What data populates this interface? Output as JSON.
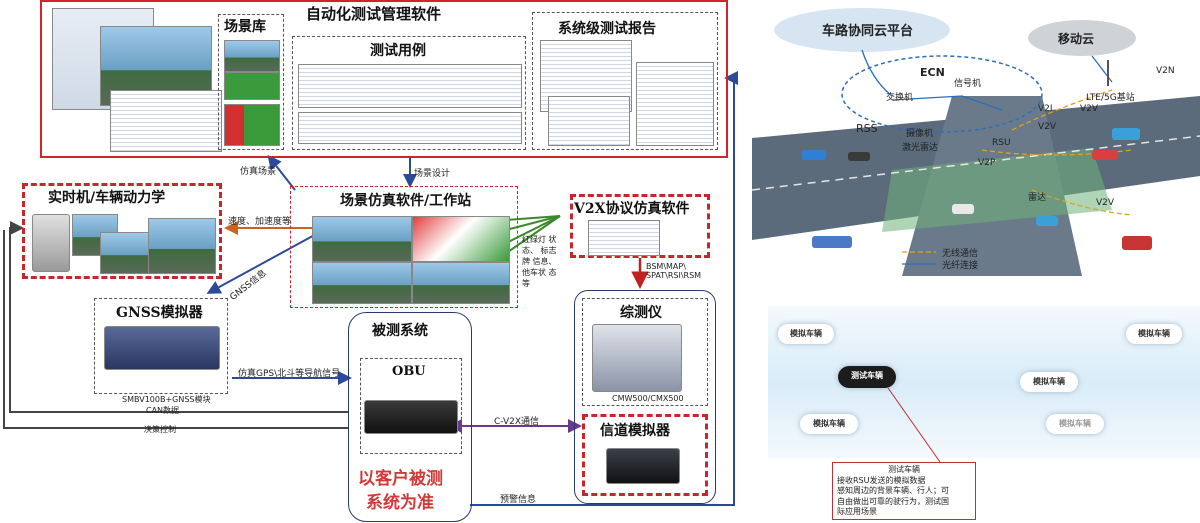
{
  "management": {
    "title": "自动化测试管理软件",
    "scene_lib": "场景库",
    "test_cases": "测试用例",
    "report": "系统级测试报告"
  },
  "labels": {
    "sim_scene": "仿真场景",
    "scene_design": "场景设计",
    "speed": "速度、加速度等",
    "gnss_info": "GNSS信息",
    "gps_signal": "仿真GPS\\北斗等导航信号",
    "cv2x": "C-V2X通信",
    "warning": "预警信息",
    "decision": "决策控制",
    "can": "CAN数据",
    "bsm": "BSM\\MAP\\ SPAT\\RSI\\RSM",
    "traffic": "红绿灯 状态、 标志牌 信息、 他车状 态等"
  },
  "boxes": {
    "realtime": "实时机/车辆动力学",
    "scene_sim": "场景仿真软件/工作站",
    "v2x": "V2X协议仿真软件",
    "gnss": "GNSS模拟器",
    "gnss_model": "SMBV100B+GNSS模块",
    "dut": "被测系统",
    "obu": "OBU",
    "dut_note_1": "以客户被测",
    "dut_note_2": "系统为准",
    "tester": "综测仪",
    "tester_model": "CMW500/CMX500",
    "channel": "信道模拟器"
  },
  "network": {
    "cloud1": "车路协同云平台",
    "cloud2": "移动云",
    "ecn": "ECN",
    "switch": "交换机",
    "signal": "信号机",
    "rss": "RSS",
    "camera": "摄像机",
    "lidar": "激光雷达",
    "rsu": "RSU",
    "bs": "LTE/5G基站",
    "radar": "雷达",
    "v2n": "V2N",
    "v2i": "V2I",
    "v2v1": "V2V",
    "v2v2": "V2V",
    "v2v3": "V2V",
    "v2p": "V2P",
    "legend_wireless": "无线通信",
    "legend_fiber": "光纤连接"
  },
  "vehicles": {
    "sim1": "模拟车辆",
    "sim2": "模拟车辆",
    "sim3": "模拟车辆",
    "sim4": "模拟车辆",
    "sim5": "模拟车辆",
    "test": "测试车辆"
  },
  "callout": {
    "l1": "测试车辆",
    "l2": "接收RSU发送的模拟数据",
    "l3": "感知周边的背景车辆、行人；可",
    "l4": "自由做出可靠的驶行为，测试国",
    "l5": "际应用场景"
  }
}
